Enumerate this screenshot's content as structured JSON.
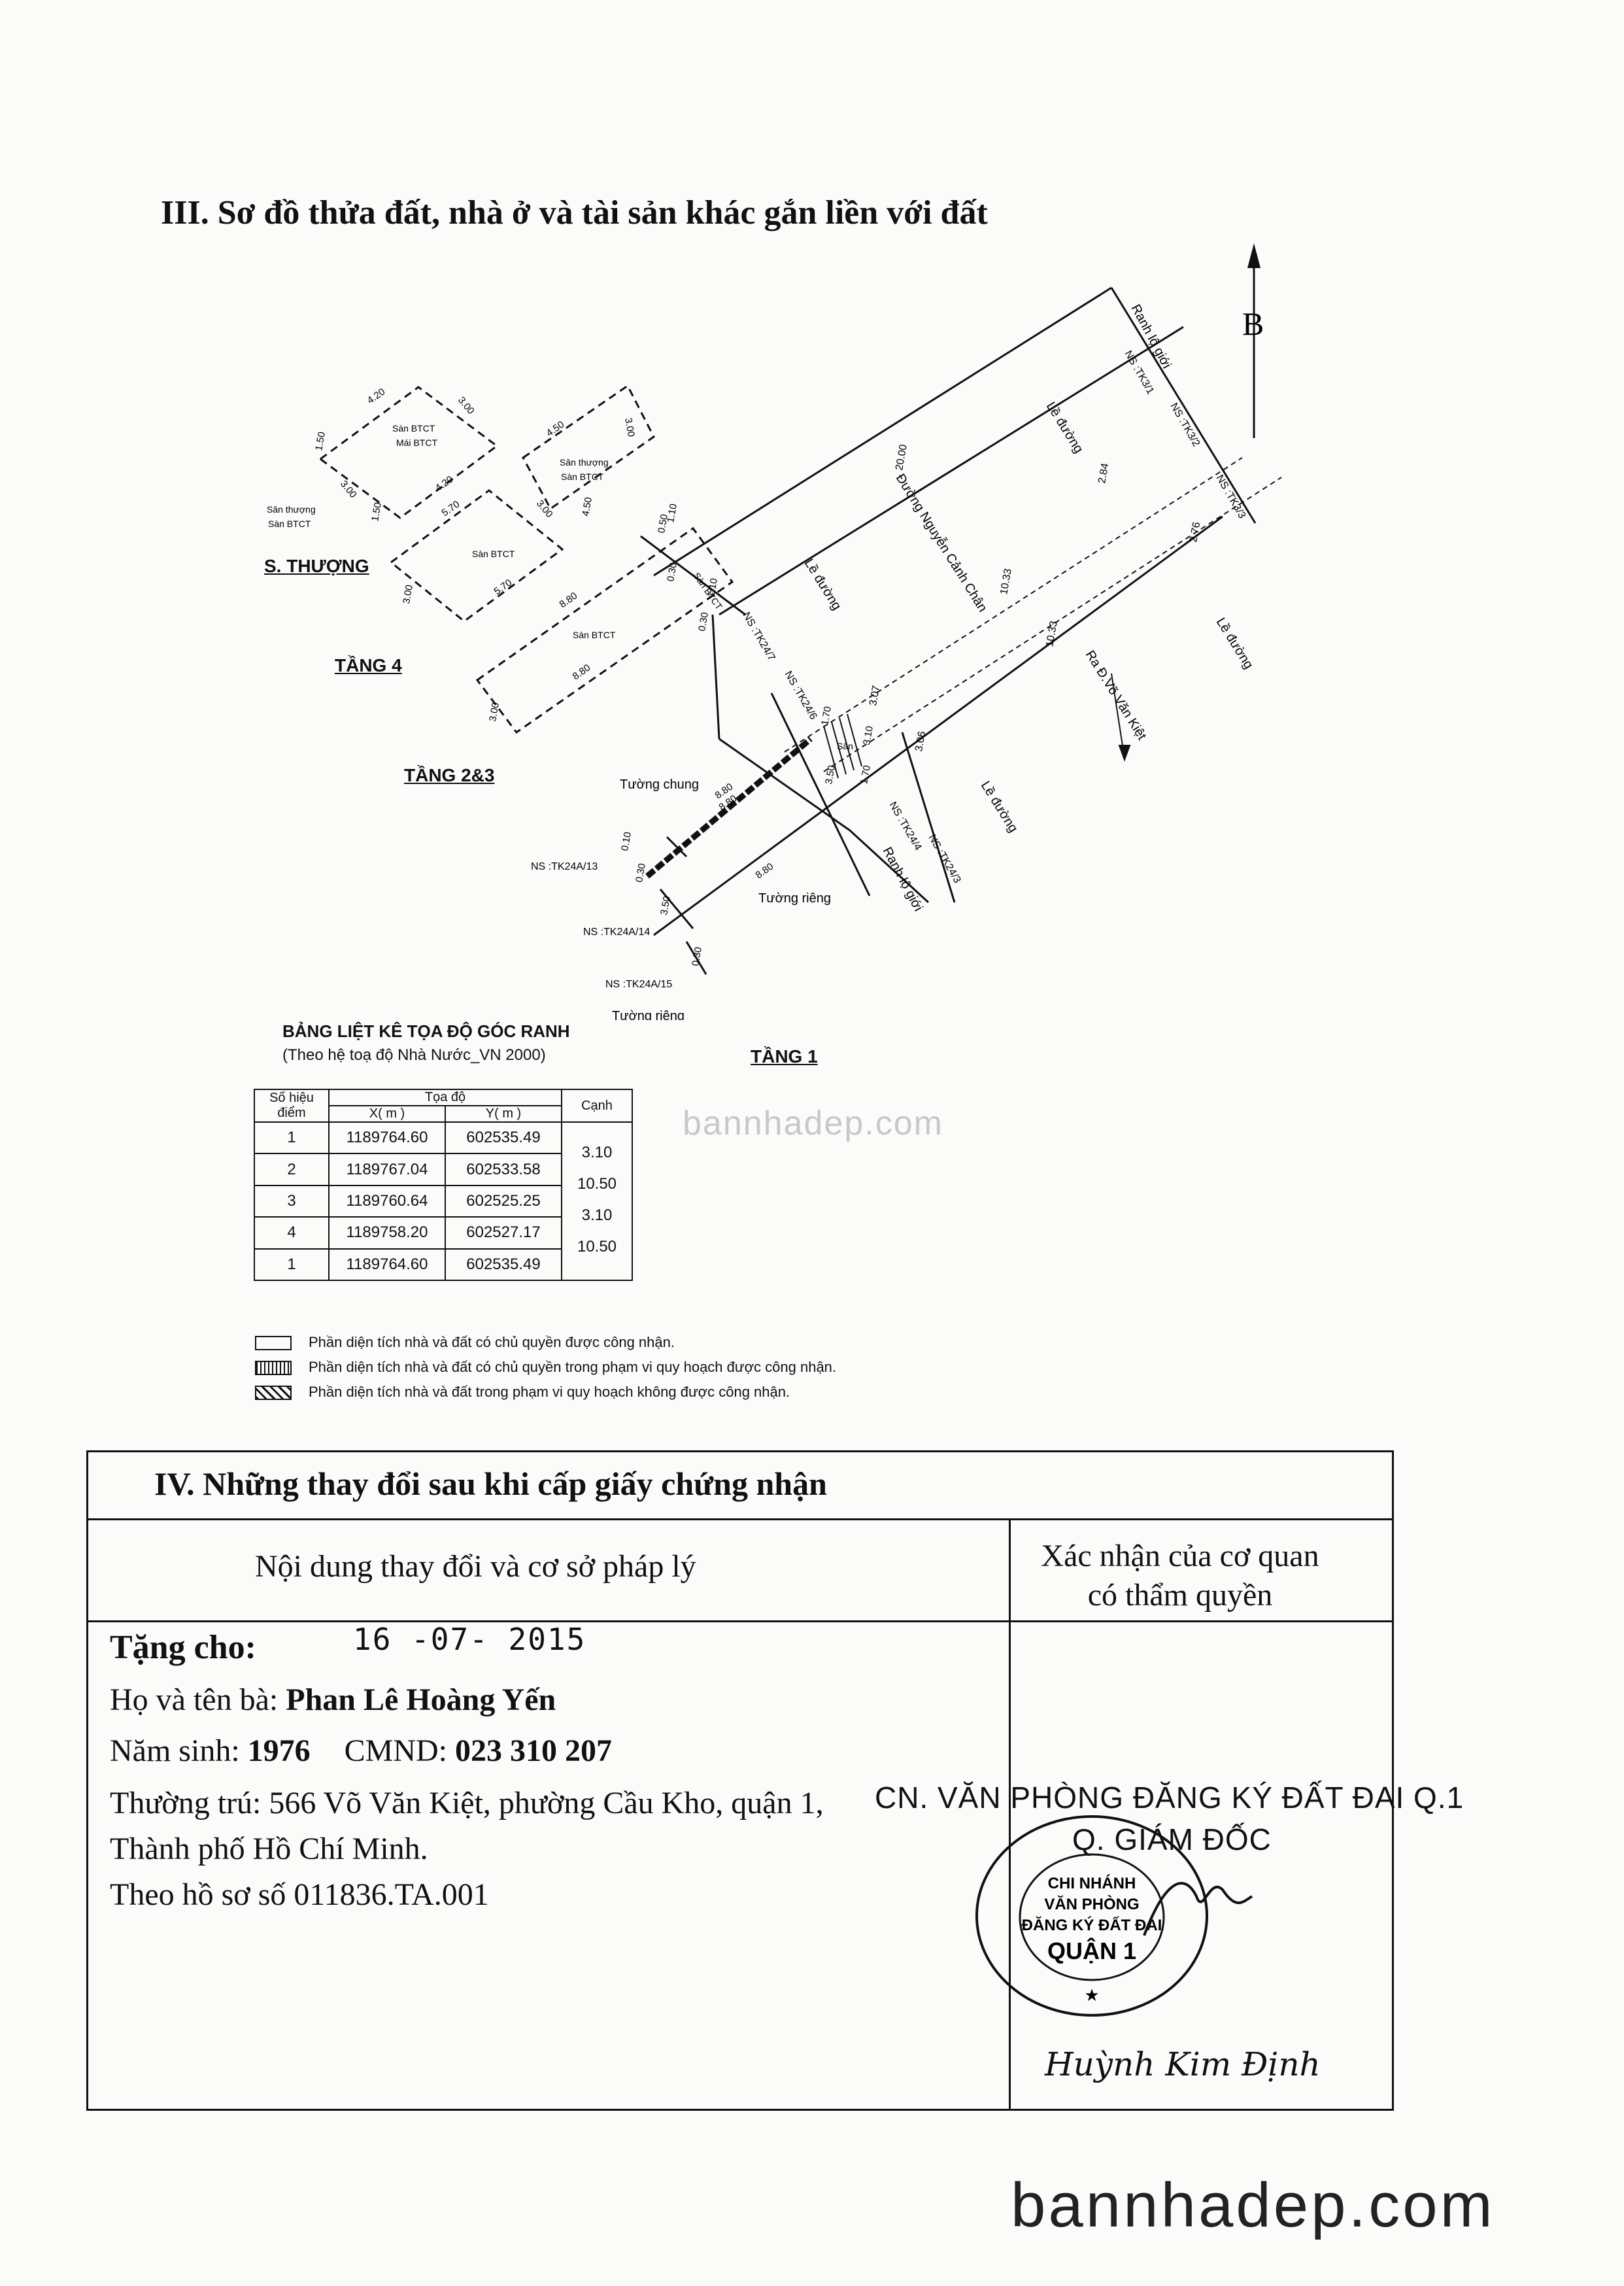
{
  "section3": {
    "title": "III. Sơ đồ thửa đất, nhà ở và tài sản khác gắn liền với đất",
    "north": "B",
    "floors": {
      "roof": "S. THƯỢNG",
      "f4": "TẦNG 4",
      "f23": "TẦNG 2&3",
      "f1": "TẦNG 1"
    },
    "room_labels": {
      "roof_a": "Sàn BTCT",
      "roof_a2": "Mái BTCT",
      "roof_b": "Sân thượng",
      "roof_b2": "Sàn BTCT",
      "roof_c": "Sân thượng",
      "roof_c2": "Sàn BTCT",
      "f4": "Sàn BTCT",
      "f23": "Sàn BTCT",
      "f1_balcony": "Sàn BTCT",
      "yard": "Sân"
    },
    "dims": {
      "r_top": "4.20",
      "r_right": "3.00",
      "r_left": "1.50",
      "r_bottom": "3.00",
      "r_bottom2": "4.20",
      "r2_top": "4.50",
      "r2_right": "3.00",
      "r2_bottom": "4.50",
      "r3_left": "1.50",
      "f4_top": "5.70",
      "f4_right": "3.00",
      "f4_bottom": "5.70",
      "f4_left": "3.00",
      "f23_top": "8.80",
      "f23_bottom": "8.80",
      "f23_left": "3.00",
      "side_a": "0.50",
      "side_b": "1.10",
      "side_c": "1.10",
      "side_d": "0.30",
      "side_e": "0.30",
      "f1_a": "8.80",
      "f1_b": "8.80",
      "f1_c": "8.80",
      "f1_d": "0.10",
      "f1_e": "0.30",
      "f1_f": "3.50",
      "f1_g": "1.70",
      "f1_h": "3.50",
      "f1_i": "1.70",
      "f1_j": "3.10",
      "f1_k": "0.30",
      "road_a": "20.00",
      "road_b": "2.84",
      "road_c": "2.76",
      "road_d": "10.33",
      "road_e": "10.33",
      "road_f": "3.07",
      "road_g": "3.06"
    },
    "street_labels": {
      "street": "Đường Nguyễn Cảnh Chân",
      "boundary_top": "Ranh lộ giới",
      "boundary_bottom": "Ranh lộ giới",
      "sidewalk1": "Lề đường",
      "sidewalk2": "Lề đường",
      "sidewalk3": "Lề đường",
      "sidewalk4": "Lề đường",
      "to_street": "Ra Đ.Võ Văn Kiệt",
      "common_wall": "Tường chung",
      "private_wall1": "Tường riêng",
      "private_wall2": "Tường riêng"
    },
    "neighbors": [
      "NS :TK3/1",
      "NS :TK3/2",
      "NS :TK3/3",
      "NS :TK24/7",
      "NS :TK24/6",
      "NS :TK24/4",
      "NS :TK24/3",
      "NS :TK24A/13",
      "NS :TK24A/14",
      "NS :TK24A/15"
    ],
    "coord_table": {
      "title": "BẢNG LIỆT KÊ TỌA ĐỘ GÓC RANH",
      "subtitle": "(Theo hệ toạ độ Nhà Nước_VN 2000)",
      "headers": {
        "point": "Số hiệu điểm",
        "coords": "Tọa độ",
        "x": "X( m )",
        "y": "Y( m )",
        "edge": "Cạnh"
      },
      "rows": [
        {
          "point": "1",
          "x": "1189764.60",
          "y": "602535.49"
        },
        {
          "point": "2",
          "x": "1189767.04",
          "y": "602533.58"
        },
        {
          "point": "3",
          "x": "1189760.64",
          "y": "602525.25"
        },
        {
          "point": "4",
          "x": "1189758.20",
          "y": "602527.17"
        },
        {
          "point": "1",
          "x": "1189764.60",
          "y": "602535.49"
        }
      ],
      "edges": [
        "3.10",
        "10.50",
        "3.10",
        "10.50"
      ]
    },
    "legend": [
      "Phần diện tích nhà và đất có chủ quyền được công nhận.",
      "Phần diện tích nhà và đất có chủ quyền trong phạm vi quy hoạch được công nhận.",
      "Phần diện tích nhà và đất trong phạm vi quy hoạch không được công nhận."
    ]
  },
  "section4": {
    "title": "IV. Những thay đổi sau khi cấp giấy chứng nhận",
    "col1_header": "Nội dung thay đổi và cơ sở pháp lý",
    "col2_header_line1": "Xác nhận của cơ quan",
    "col2_header_line2": "có thẩm quyền",
    "gift_label": "Tặng cho:",
    "date": "16 -07- 2015",
    "name_label": "Họ và tên bà:",
    "name": "Phan Lê Hoàng Yến",
    "birth_label": "Năm sinh:",
    "birth": "1976",
    "id_label": "CMND:",
    "id": "023 310 207",
    "address_line1": "Thường trú: 566 Võ Văn Kiệt, phường Cầu Kho, quận 1,",
    "address_line2": "Thành phố Hồ Chí Minh.",
    "file_line": "Theo hồ sơ số 011836.TA.001",
    "office": "CN. VĂN PHÒNG ĐĂNG KÝ ĐẤT ĐAI Q.1",
    "director": "Q. GIÁM ĐỐC",
    "seal_lines": [
      "CHI NHÁNH",
      "VĂN PHÒNG",
      "ĐĂNG KÝ ĐẤT ĐAI",
      "QUẬN 1"
    ],
    "signer": "Huỳnh Kim Định"
  },
  "watermarks": {
    "top": "bannhadep.com",
    "bottom": "bannhadep.com"
  }
}
